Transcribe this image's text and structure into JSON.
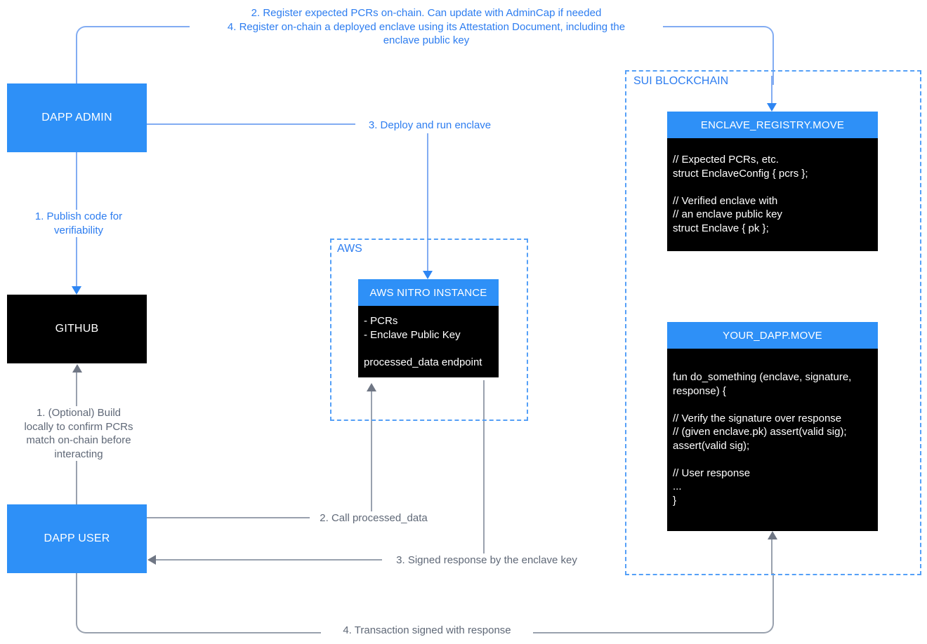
{
  "palette": {
    "node_blue": "#2E90F7",
    "node_black": "#000000",
    "label_blue": "#2D7DF0",
    "label_gray": "#5F6877",
    "line_blue": "#82ACF2",
    "line_gray": "#99A1AE",
    "arrow_blue": "#2E86F3",
    "arrow_gray": "#6F7684",
    "dashed_border_blue": "#55A0F7"
  },
  "nodes": {
    "dapp_admin": {
      "label": "DAPP ADMIN"
    },
    "github": {
      "label": "GITHUB"
    },
    "dapp_user": {
      "label": "DAPP USER"
    },
    "aws_group": {
      "label": "AWS"
    },
    "aws_nitro": {
      "title": "AWS NITRO INSTANCE",
      "body": "- PCRs\n- Enclave Public Key\n\nprocessed_data endpoint"
    },
    "sui_group": {
      "label": "SUI BLOCKCHAIN"
    },
    "enclave_registry": {
      "title": "ENCLAVE_REGISTRY.MOVE",
      "code": "// Expected PCRs, etc.\nstruct EnclaveConfig { pcrs };\n\n// Verified enclave with\n// an enclave public key\nstruct Enclave { pk };"
    },
    "your_dapp": {
      "title": "YOUR_DAPP.MOVE",
      "code": "fun do_something (enclave, signature,\nresponse) {\n\n// Verify the signature over response\n// (given enclave.pk) assert(valid sig);\nassert(valid sig);\n\n// User response\n...\n}"
    }
  },
  "edges": {
    "admin_register": {
      "label": "2. Register expected PCRs on-chain. Can update with AdminCap if needed\n4. Register on-chain a deployed enclave using its Attestation Document, including the\nenclave public key"
    },
    "admin_publish": {
      "label": "1. Publish code for\nverifiability"
    },
    "admin_deploy": {
      "label": "3. Deploy and run enclave"
    },
    "user_build": {
      "label": "1. (Optional) Build\nlocally to confirm PCRs\nmatch on-chain before\ninteracting"
    },
    "user_call": {
      "label": "2. Call processed_data"
    },
    "enclave_response": {
      "label": "3. Signed response by the enclave key"
    },
    "user_transaction": {
      "label": "4. Transaction signed with response"
    }
  }
}
